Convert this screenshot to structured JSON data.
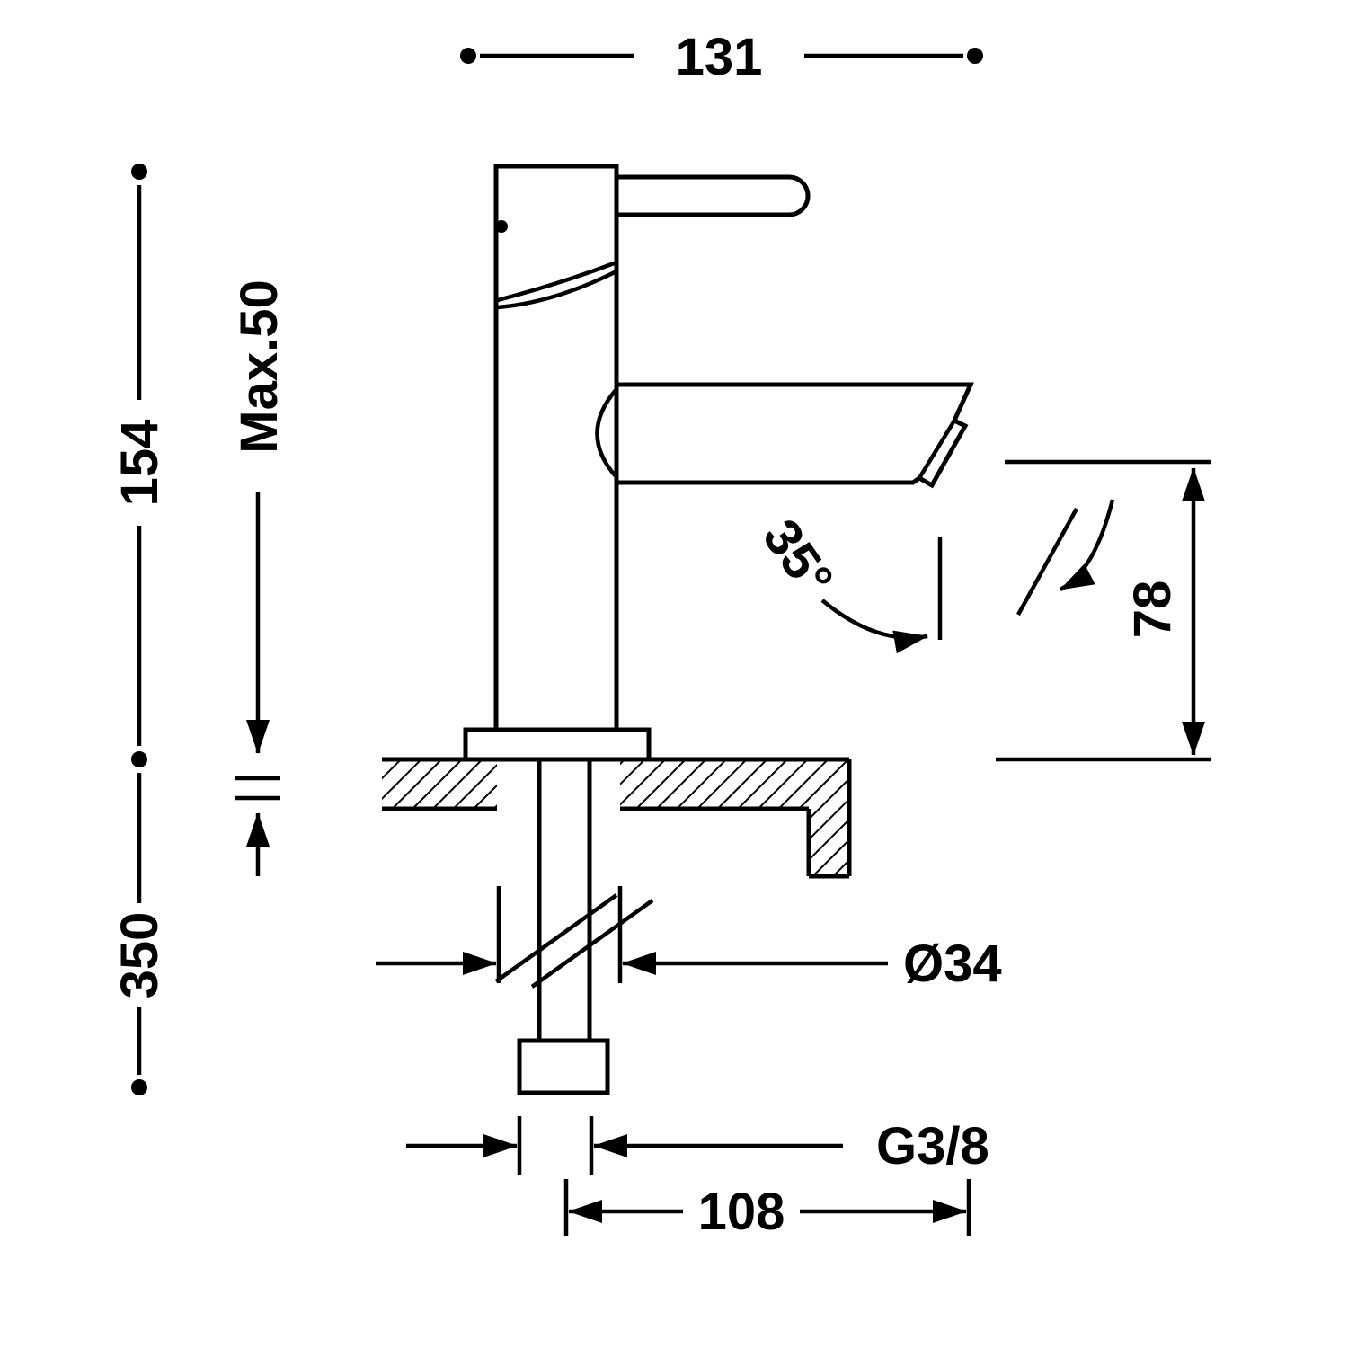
{
  "drawing": {
    "description": "Technical dimension drawing of a single-lever basin mixer tap, side elevation, mounted on a countertop section with supply stem below",
    "units_implied": "mm",
    "colors": {
      "line": "#000000",
      "background": "#ffffff"
    },
    "labels": {
      "width_top": "131",
      "height_above_deck": "154",
      "max_deck_thickness": "Max.50",
      "length_below_deck": "350",
      "spout_height": "78",
      "spout_angle": "35°",
      "hole_diameter": "Ø34",
      "thread_size": "G3/8",
      "spout_reach": "108"
    }
  }
}
